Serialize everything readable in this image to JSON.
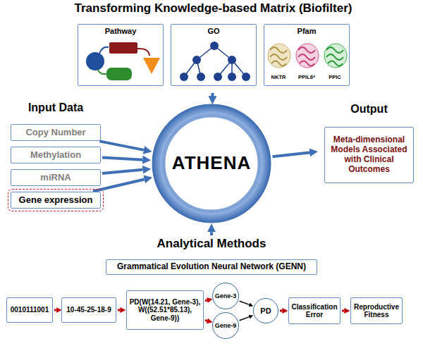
{
  "diagram": {
    "nodes": [
      {
        "text": [
          "Transforming Knowledge-based Matrix (Biofilter)"
        ]
      },
      {
        "text": [
          "Pathway"
        ],
        "in": 0
      },
      {
        "text": [
          "GO"
        ],
        "in": 0
      },
      {
        "text": [
          "Pfam",
          "NKTR",
          "PPIL6*",
          "PPIC"
        ],
        "in": 0
      },
      {
        "text": [
          "Input Data"
        ]
      },
      {
        "text": [
          "Copy Number"
        ],
        "in": 4
      },
      {
        "text": [
          "Methylation"
        ],
        "in": 4
      },
      {
        "text": [
          "miRNA"
        ],
        "in": 4
      },
      {
        "text": [
          "Gene expression"
        ],
        "in": 4
      },
      {
        "text": [
          "ATHENA"
        ]
      },
      {
        "text": [
          "Output"
        ]
      },
      {
        "text": [
          "Meta-dimensional Models Associated with Clinical Outcomes"
        ],
        "in": 10
      },
      {
        "text": [
          "Analytical Methods"
        ]
      },
      {
        "text": [
          "Grammatical Evolution Neural Network (GENN)"
        ],
        "in": 12
      },
      {
        "text": [
          "0010111001"
        ],
        "in": 12
      },
      {
        "text": [
          "10-45-25-18-9"
        ],
        "in": 12
      },
      {
        "text": [
          "PD(W(14.21, Gene-3), W((52.51*85.13), Gene-9))"
        ],
        "in": 12
      },
      {
        "text": [
          "Gene-3"
        ],
        "in": 12
      },
      {
        "text": [
          "Gene-9"
        ],
        "in": 12
      },
      {
        "text": [
          "PD"
        ],
        "in": 12
      },
      {
        "text": [
          "Classification Error"
        ],
        "in": 12
      },
      {
        "text": [
          "Reproductive Fitness"
        ],
        "in": 12
      }
    ],
    "edges": [
      {
        "from": 0,
        "to": 9,
        "arrow": "to"
      },
      {
        "from": 5,
        "to": 9,
        "arrow": "to"
      },
      {
        "from": 6,
        "to": 9,
        "arrow": "to"
      },
      {
        "from": 7,
        "to": 9,
        "arrow": "to"
      },
      {
        "from": 8,
        "to": 9,
        "arrow": "to"
      },
      {
        "from": 9,
        "to": 10,
        "arrow": "to"
      },
      {
        "from": 12,
        "to": 9,
        "arrow": "to"
      },
      {
        "from": 14,
        "to": 15,
        "arrow": "to"
      },
      {
        "from": 15,
        "to": 16,
        "arrow": "to"
      },
      {
        "from": 16,
        "to": 17,
        "arrow": "to"
      },
      {
        "from": 16,
        "to": 18,
        "arrow": "to"
      },
      {
        "from": 17,
        "to": 19,
        "arrow": "to"
      },
      {
        "from": 18,
        "to": 19,
        "arrow": "to"
      },
      {
        "from": 19,
        "to": 20,
        "arrow": "to"
      },
      {
        "from": 20,
        "to": 21,
        "arrow": "to"
      }
    ]
  }
}
